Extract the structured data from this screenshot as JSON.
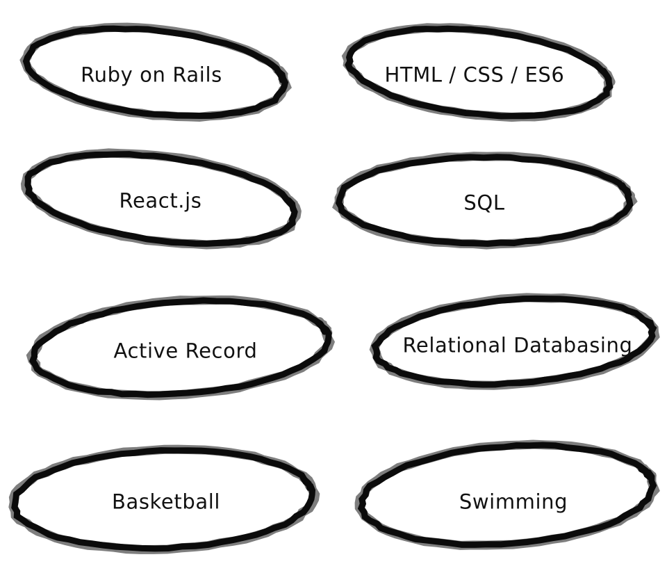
{
  "skills": [
    {
      "label": "Ruby on Rails"
    },
    {
      "label": "HTML / CSS / ES6"
    },
    {
      "label": "React.js"
    },
    {
      "label": "SQL"
    },
    {
      "label": "Active Record"
    },
    {
      "label": "Relational Databasing"
    },
    {
      "label": "Basketball"
    },
    {
      "label": "Swimming"
    }
  ],
  "colors": {
    "background": "#ffffff",
    "ink": "#0b0b0b"
  },
  "icons": [
    "hand-drawn-oval-icon"
  ]
}
